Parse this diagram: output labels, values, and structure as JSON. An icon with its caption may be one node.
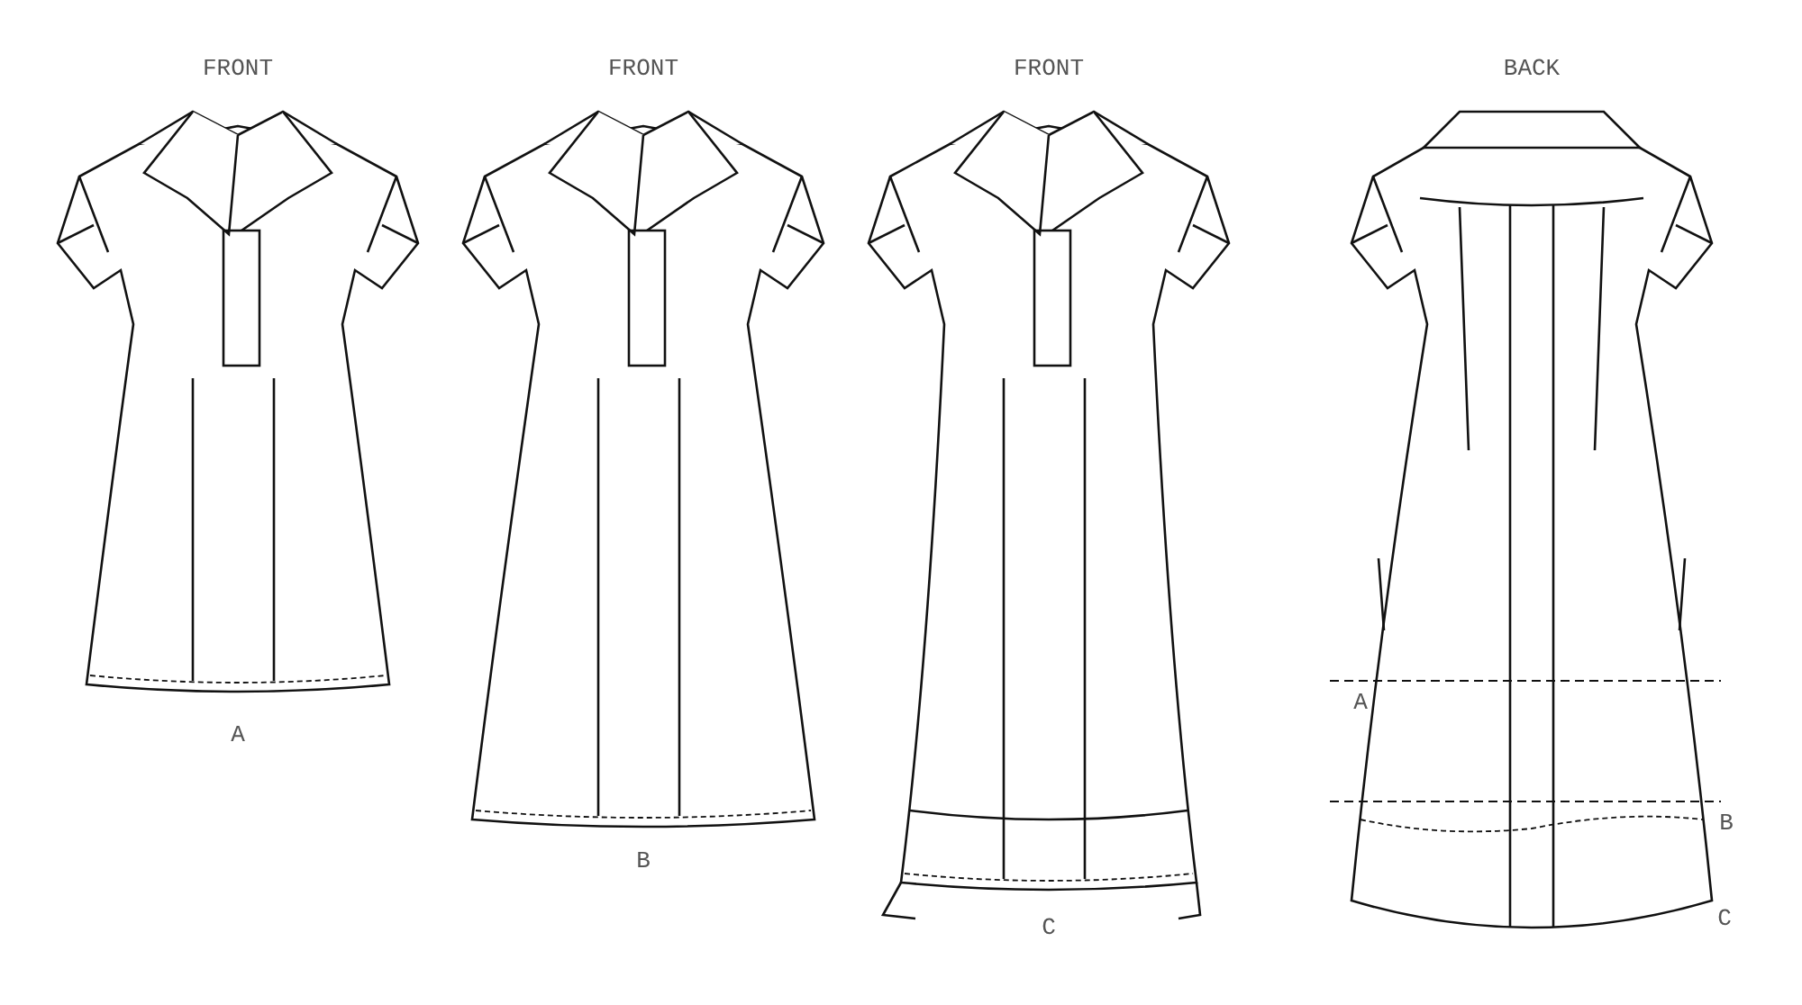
{
  "diagram": {
    "labels": [
      "FRONT",
      "FRONT",
      "FRONT",
      "BACK",
      "A",
      "B",
      "C",
      "A",
      "B",
      "C"
    ]
  }
}
